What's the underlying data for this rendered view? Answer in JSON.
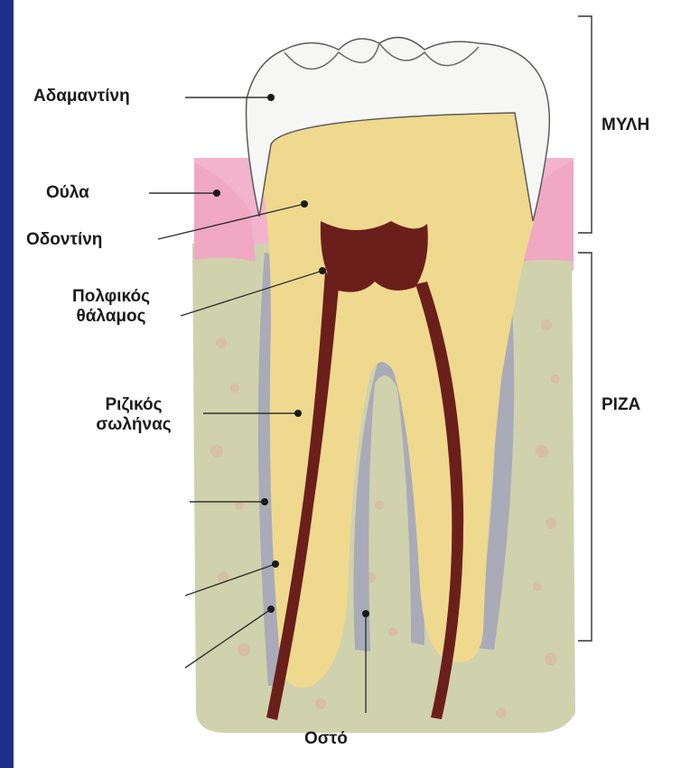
{
  "labels": {
    "enamel": "Αδαμαντίνη",
    "gum": "Ούλα",
    "dentin": "Οδοντίνη",
    "pulp_chamber": "Πολφικός\nθάλαμος",
    "root_canal": "Ριζικός\nσωλήνας",
    "bone": "Οστό",
    "crown": "ΜΥΛΗ",
    "root": "ΡΙΖΑ"
  },
  "colors": {
    "background": "#1c2f8c",
    "enamel": "#f6f6f4",
    "dentin": "#efd98f",
    "pulp": "#6b1f1a",
    "gum": "#f0a8c3",
    "bone": "#cfd0a8",
    "periodontal": "#a7a9b4"
  }
}
